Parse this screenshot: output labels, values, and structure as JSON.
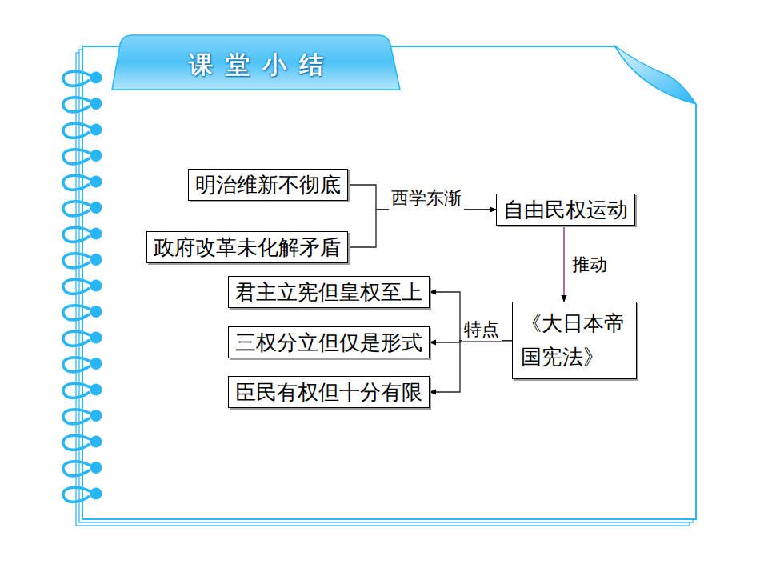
{
  "diagram": {
    "title": "课堂小结",
    "nodes": [
      {
        "text": [
          "明治维新不彻底"
        ]
      },
      {
        "text": [
          "政府改革未化解矛盾"
        ]
      },
      {
        "text": [
          "自由民权运动"
        ]
      },
      {
        "text": [
          "《大日本帝国宪法》"
        ]
      },
      {
        "text": [
          "君主立宪但皇权至上"
        ]
      },
      {
        "text": [
          "三权分立但仅是形式"
        ]
      },
      {
        "text": [
          "臣民有权但十分有限"
        ]
      }
    ],
    "edges": [
      {
        "from": 0,
        "to": 2,
        "label": "西学东渐",
        "arrow": "to"
      },
      {
        "from": 1,
        "to": 2,
        "arrow": "to"
      },
      {
        "from": 2,
        "to": 3,
        "label": "推动",
        "arrow": "to"
      },
      {
        "from": 3,
        "to": 4,
        "arrow": "to"
      },
      {
        "from": 3,
        "to": 5,
        "label": "特点",
        "arrow": "to"
      },
      {
        "from": 3,
        "to": 6,
        "arrow": "to"
      }
    ]
  }
}
